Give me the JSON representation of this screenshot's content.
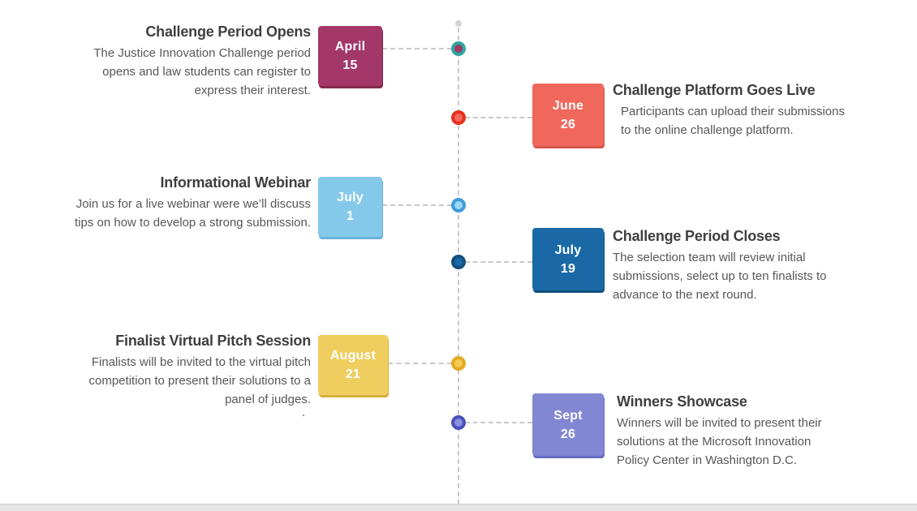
{
  "timeline": {
    "line_color": "#c9c9c9",
    "events": [
      {
        "id": "challenge-period-opens",
        "side": "left",
        "month": "April",
        "day": "15",
        "title": "Challenge Period Opens",
        "desc_lines": [
          "The Justice Innovation Challenge period",
          "opens and law students can register to",
          "express their interest."
        ],
        "box_color": "#a23768",
        "box_shade": "#85294f",
        "dot_ring": "#2ea79e",
        "dot_fill": "#a23768"
      },
      {
        "id": "challenge-platform-goes-live",
        "side": "right",
        "month": "June",
        "day": "26",
        "title": "Challenge Platform Goes Live",
        "desc_lines": [
          "Participants can upload their submissions",
          "to the online challenge platform."
        ],
        "box_color": "#f0685c",
        "box_shade": "#d4564a",
        "dot_ring": "#e6301f",
        "dot_fill": "#f3695c"
      },
      {
        "id": "informational-webinar",
        "side": "left",
        "month": "July",
        "day": "1",
        "title": "Informational Webinar",
        "desc_lines": [
          "Join us for a live webinar were we’ll discuss",
          "tips on how to develop a strong submission."
        ],
        "box_color": "#85c9ea",
        "box_shade": "#68b3d8",
        "dot_ring": "#3f9cd9",
        "dot_fill": "#9cd5f2"
      },
      {
        "id": "challenge-period-closes",
        "side": "right",
        "month": "July",
        "day": "19",
        "title": "Challenge Period Closes",
        "desc_lines": [
          "The selection team will review initial",
          "submissions, select up to ten finalists to",
          "advance to the next round."
        ],
        "box_color": "#1a69a6",
        "box_shade": "#114f80",
        "dot_ring": "#11507f",
        "dot_fill": "#1a69a6"
      },
      {
        "id": "finalist-virtual-pitch-session",
        "side": "left",
        "month": "August",
        "day": "21",
        "title": "Finalist Virtual Pitch Session",
        "desc_lines": [
          "Finalists will be invited to the virtual pitch",
          "competition to present their solutions to a",
          "panel of judges."
        ],
        "stray_text": ".",
        "box_color": "#efcd5f",
        "box_shade": "#d8b13c",
        "dot_ring": "#e3ab24",
        "dot_fill": "#f4ca4e"
      },
      {
        "id": "winners-showcase",
        "side": "right",
        "month": "Sept",
        "day": "26",
        "title": "Winners Showcase",
        "desc_lines": [
          "Winners will be invited to present their",
          "solutions at the Microsoft Innovation",
          "Policy Center in Washington D.C."
        ],
        "box_color": "#8287d3",
        "box_shade": "#676dc2",
        "dot_ring": "#4a50bb",
        "dot_fill": "#8a8fdf"
      }
    ]
  }
}
